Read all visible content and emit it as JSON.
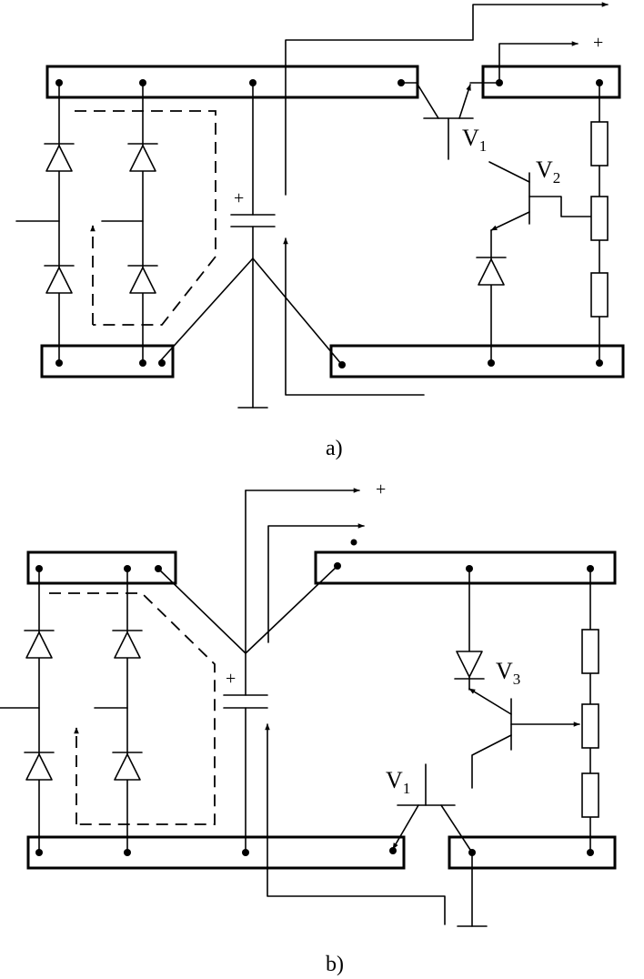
{
  "diagram_a": {
    "caption": "a)",
    "output_label": "+",
    "plus_marks": [
      "+"
    ],
    "transistors": [
      {
        "id": "V1",
        "letter": "V",
        "sub": "1"
      },
      {
        "id": "V2",
        "letter": "V",
        "sub": "2"
      }
    ]
  },
  "diagram_b": {
    "caption": "b)",
    "output_label": "+",
    "plus_marks": [
      "+"
    ],
    "transistors": [
      {
        "id": "V1",
        "letter": "V",
        "sub": "1"
      },
      {
        "id": "V3",
        "letter": "V",
        "sub": "3"
      }
    ]
  },
  "colors": {
    "ink": "#000000",
    "paper": "#ffffff"
  }
}
